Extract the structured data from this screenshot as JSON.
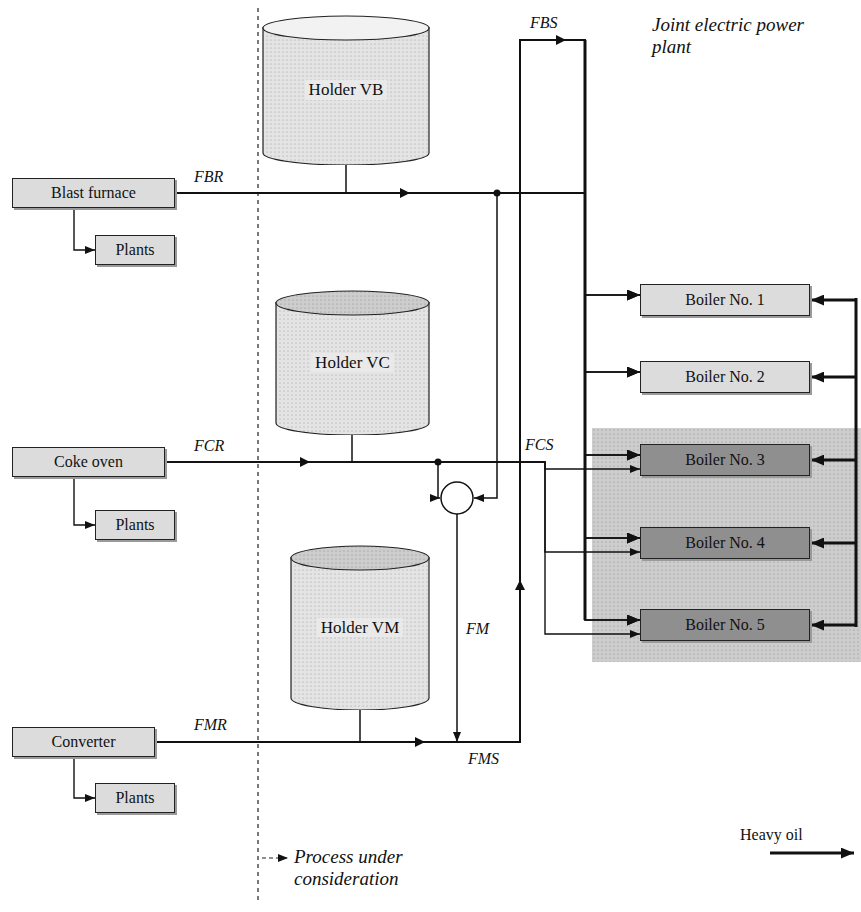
{
  "diagram": {
    "nodes": [
      {
        "text": [
          "Holder VB"
        ]
      },
      {
        "text": [
          "Blast furnace"
        ]
      },
      {
        "text": [
          "Plants"
        ]
      },
      {
        "text": [
          "Holder VC"
        ]
      },
      {
        "text": [
          "Coke oven"
        ]
      },
      {
        "text": [
          "Plants"
        ]
      },
      {
        "text": [
          "Holder VM"
        ]
      },
      {
        "text": [
          "Converter"
        ]
      },
      {
        "text": [
          "Plants"
        ]
      },
      {
        "text": [
          "Boiler No. 1"
        ]
      },
      {
        "text": [
          "Boiler No. 2"
        ]
      },
      {
        "text": [
          "Boiler No. 3"
        ]
      },
      {
        "text": [
          "Boiler No. 4"
        ]
      },
      {
        "text": [
          "Boiler No. 5"
        ]
      }
    ],
    "edges": [
      {
        "from": 1,
        "to": 2,
        "arrow": "to"
      },
      {
        "from": 4,
        "to": 5,
        "arrow": "to"
      },
      {
        "from": 7,
        "to": 8,
        "arrow": "to"
      },
      {
        "from": 1,
        "to": 9,
        "arrow": "to"
      },
      {
        "from": 1,
        "to": 10,
        "arrow": "to"
      },
      {
        "from": 1,
        "to": 11,
        "arrow": "to"
      },
      {
        "from": 1,
        "to": 12,
        "arrow": "to"
      },
      {
        "from": 1,
        "to": 13,
        "arrow": "to"
      },
      {
        "from": 4,
        "to": 11,
        "arrow": "to"
      },
      {
        "from": 4,
        "to": 12,
        "arrow": "to"
      },
      {
        "from": 4,
        "to": 13,
        "arrow": "to"
      },
      {
        "from": 7,
        "to": 9,
        "arrow": "to"
      },
      {
        "from": 7,
        "to": 10,
        "arrow": "to"
      },
      {
        "from": 7,
        "to": 11,
        "arrow": "to"
      },
      {
        "from": 7,
        "to": 12,
        "arrow": "to"
      },
      {
        "from": 7,
        "to": 13,
        "arrow": "to"
      }
    ],
    "labels": [
      "FBR",
      "FBS",
      "FCR",
      "FCS",
      "FM",
      "FMR",
      "FMS",
      "Joint electric power plant",
      "Process under consideration"
    ],
    "legend": [
      {
        "text": "Heavy oil"
      }
    ]
  }
}
